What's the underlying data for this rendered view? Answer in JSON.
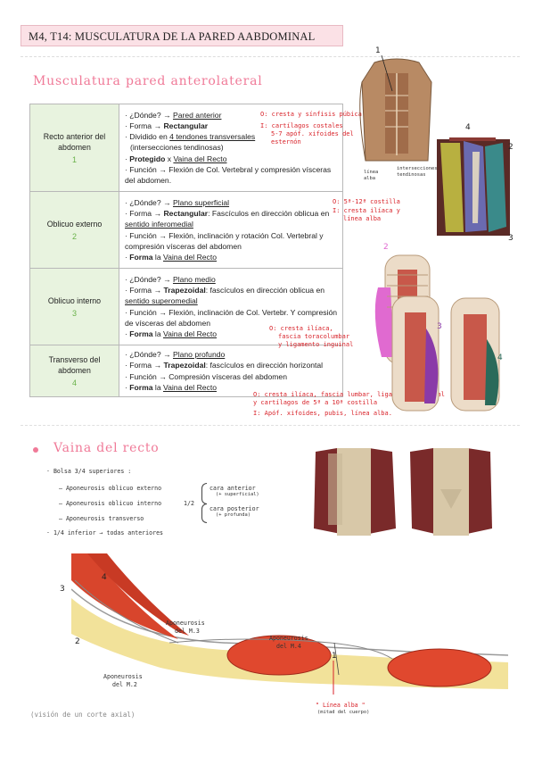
{
  "header": {
    "title": "M4, T14: MUSCULATURA DE LA PARED AABDOMINAL"
  },
  "section1": {
    "heading": "Musculatura pared anterolateral"
  },
  "muscles": [
    {
      "name": "Recto anterior del abdomen",
      "num": "1",
      "lines": [
        {
          "prefix": "· ¿Dónde? → ",
          "value": "Pared anterior",
          "style": "u"
        },
        {
          "prefix": "· Forma → ",
          "value": "Rectangular",
          "style": "b"
        },
        {
          "prefix": "· Dividido en ",
          "value": "4 tendones transversales",
          "style": "u"
        },
        {
          "prefix": "",
          "value": "(intersecciones tendinosas)",
          "style": ""
        },
        {
          "prefix": "· ",
          "value": "Protegido",
          "style": "b",
          "suffix": " x ",
          "value2": "Vaina del Recto"
        },
        {
          "prefix": "· Función → ",
          "value": "Flexión de Col. Vertebral y compresión vísceras del abdomen.",
          "style": ""
        }
      ]
    },
    {
      "name": "Oblicuo externo",
      "num": "2",
      "lines": [
        {
          "prefix": "· ¿Dónde? → ",
          "value": "Plano superficial",
          "style": "u"
        },
        {
          "prefix": "· Forma → ",
          "value": "Rectangular",
          "style": "b",
          "suffix": ": Fascículos en dirección oblicua en"
        },
        {
          "prefix": "",
          "value": "sentido inferomedial",
          "style": "u"
        },
        {
          "prefix": "· Función → ",
          "value": "Flexión, inclinación y rotación Col. Vertebral y compresión vísceras del abdomen",
          "style": ""
        },
        {
          "prefix": "· ",
          "value": "Forma",
          "style": "b",
          "suffix": " la ",
          "value2": "Vaina del Recto"
        }
      ]
    },
    {
      "name": "Oblicuo interno",
      "num": "3",
      "lines": [
        {
          "prefix": "· ¿Dónde? → ",
          "value": "Plano medio",
          "style": "u"
        },
        {
          "prefix": "· Forma → ",
          "value": "Trapezoidal",
          "style": "b",
          "suffix": ": fascículos en dirección oblicua en"
        },
        {
          "prefix": "",
          "value": "sentido superomedial",
          "style": "u"
        },
        {
          "prefix": "· Función → ",
          "value": "Flexión, inclinación de Col. Vertebr. Y compresión de vísceras del abdomen",
          "style": ""
        },
        {
          "prefix": "· ",
          "value": "Forma",
          "style": "b",
          "suffix": " la ",
          "value2": "Vaina del Recto"
        }
      ]
    },
    {
      "name": "Transverso del abdomen",
      "num": "4",
      "lines": [
        {
          "prefix": "· ¿Dónde? → ",
          "value": "Plano profundo",
          "style": "u"
        },
        {
          "prefix": "· Forma → ",
          "value": "Trapezoidal",
          "style": "b",
          "suffix": ": fascículos en dirección horizontal"
        },
        {
          "prefix": "· Función → ",
          "value": "Compresión vísceras del abdomen",
          "style": ""
        },
        {
          "prefix": "· ",
          "value": "Forma",
          "style": "b",
          "suffix": " la ",
          "value2": "Vaina del Recto"
        }
      ]
    }
  ],
  "notes": {
    "n1_o": "O: cresta y sínfisis púbica",
    "n1_i": "I: cartílagos costales",
    "n1_i2": "5-7 apóf. xifoides del",
    "n1_i3": "esternón",
    "n2_o": "O: 5ª-12ª costilla",
    "n2_i": "I: cresta ilíaca y",
    "n2_i2": "línea alba",
    "n3_o": "O: cresta ilíaca,",
    "n3_o2": "fascia toracolumbar",
    "n3_o3": "y ligamento inguinal",
    "n4_o": "O: cresta ilíaca, fascia lumbar, ligamento inguinal",
    "n4_o2": "y cartílagos de 5ª a 10ª costilla",
    "n4_i": "I: Apóf. xifoides, pubis, línea alba."
  },
  "anatomy_labels": {
    "top_1": "1",
    "linea_alba": "línea alba",
    "intersecciones": "intersecciones tendinosas",
    "side_4": "4",
    "side_2": "2",
    "side_3": "3",
    "rib_2": "2",
    "rib_3": "3",
    "rib_4": "4"
  },
  "section2": {
    "heading": "Vaina del recto",
    "b1": "· Bolsa 3/4 superiores :",
    "s1": "– Aponeurosis oblicuo externo",
    "s2": "– Aponeurosis oblicuo interno",
    "s2_frac": "1/2",
    "s3": "– Aponeurosis transverso",
    "cara_ant": "cara anterior",
    "cara_ant_sub": "(+ superficial)",
    "cara_post": "cara posterior",
    "cara_post_sub": "(+ profunda)",
    "b2": "· 1/4 inferior → todas anteriores"
  },
  "axial": {
    "n3": "3",
    "n4": "4",
    "n2": "2",
    "n1": "1",
    "apo3": "Aponeurosis",
    "apo3b": "del M.3",
    "apo4": "Aponeurosis",
    "apo4b": "del M.4",
    "apo2": "Aponeurosis",
    "apo2b": "del M.2",
    "linea": "\" Línea alba \"",
    "linea2": "(mitad del cuerpo)",
    "caption": "(visión de un corte axial)"
  }
}
